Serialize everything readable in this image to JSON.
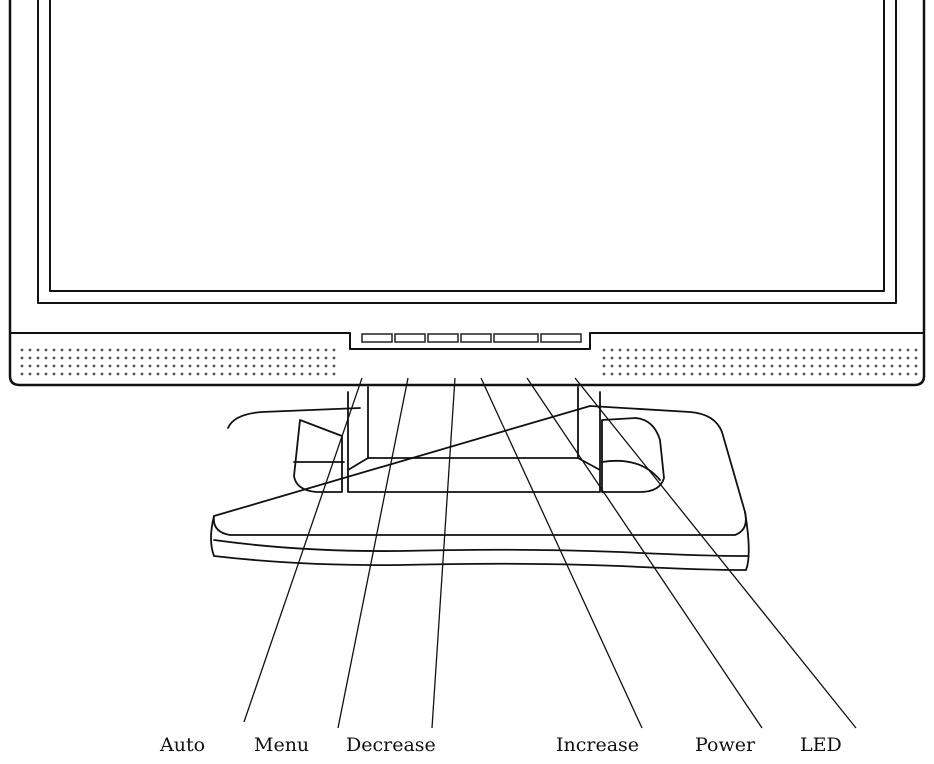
{
  "callouts": [
    {
      "key": "auto",
      "label": "Auto"
    },
    {
      "key": "menu",
      "label": "Menu"
    },
    {
      "key": "decrease",
      "label": "Decrease"
    },
    {
      "key": "increase",
      "label": "Increase"
    },
    {
      "key": "power",
      "label": "Power"
    },
    {
      "key": "led",
      "label": "LED"
    }
  ]
}
